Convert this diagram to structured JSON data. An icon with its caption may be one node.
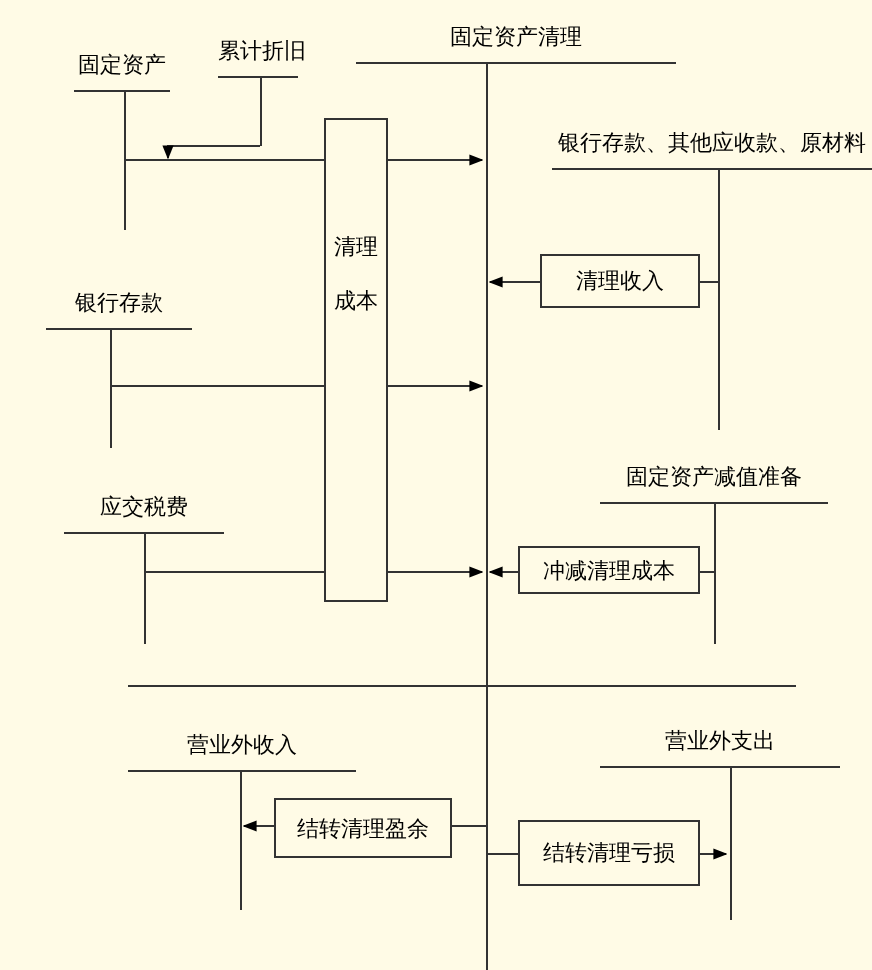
{
  "diagram": {
    "nodes": [
      {
        "text": [
          "固定资产清理"
        ]
      },
      {
        "text": [
          "固定资产"
        ]
      },
      {
        "text": [
          "累计折旧"
        ]
      },
      {
        "text": [
          "银行存款"
        ]
      },
      {
        "text": [
          "应交税费"
        ]
      },
      {
        "text": [
          "清理成本"
        ]
      },
      {
        "text": [
          "银行存款、其他应收款、原材料"
        ]
      },
      {
        "text": [
          "清理收入"
        ]
      },
      {
        "text": [
          "固定资产减值准备"
        ]
      },
      {
        "text": [
          "冲减清理成本"
        ]
      },
      {
        "text": [
          "营业外收入"
        ]
      },
      {
        "text": [
          "营业外支出"
        ]
      },
      {
        "text": [
          "结转清理盈余"
        ]
      },
      {
        "text": [
          "结转清理亏损"
        ]
      }
    ],
    "edges": [
      {
        "from": 2,
        "to": 1,
        "arrow": "to"
      },
      {
        "from": 1,
        "to": 5,
        "arrow": "none"
      },
      {
        "from": 5,
        "to": 0,
        "arrow": "to"
      },
      {
        "from": 6,
        "to": 7,
        "arrow": "none"
      },
      {
        "from": 7,
        "to": 0,
        "arrow": "to"
      },
      {
        "from": 3,
        "to": 5,
        "arrow": "none"
      },
      {
        "from": 5,
        "to": 0,
        "arrow": "to"
      },
      {
        "from": 8,
        "to": 9,
        "arrow": "none"
      },
      {
        "from": 4,
        "to": 5,
        "arrow": "none"
      },
      {
        "from": 5,
        "to": 0,
        "arrow": "to"
      },
      {
        "from": 9,
        "to": 0,
        "arrow": "to"
      },
      {
        "from": 0,
        "to": 12,
        "arrow": "none"
      },
      {
        "from": 12,
        "to": 10,
        "arrow": "to"
      },
      {
        "from": 0,
        "to": 13,
        "arrow": "none"
      },
      {
        "from": 13,
        "to": 11,
        "arrow": "to"
      }
    ]
  }
}
